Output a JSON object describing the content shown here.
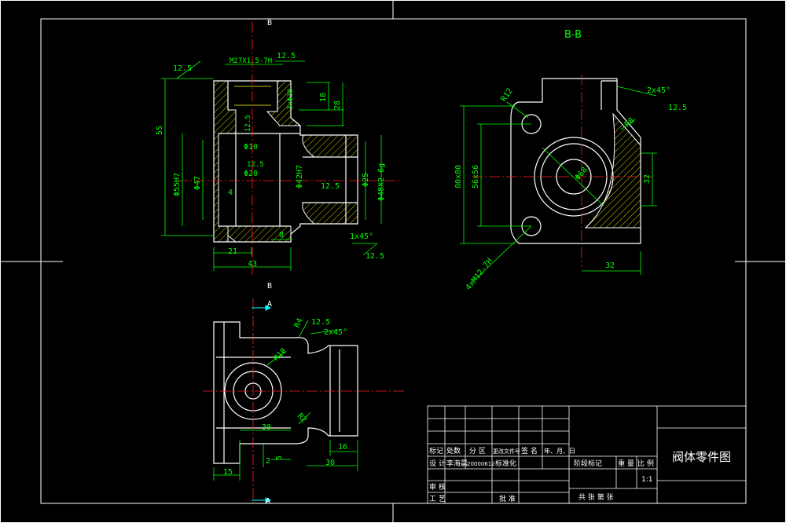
{
  "colors": {
    "background": "#000000",
    "outline": "#ffffff",
    "dimension": "#00ff00",
    "centerline": "#ff2020",
    "hatch": "#ffff00",
    "hidden": "#ffff00",
    "marker": "#00ffff"
  },
  "views": {
    "top_section_marker": "B",
    "bottom_section_marker": "B",
    "arrow_a_top": "A",
    "arrow_a_bottom": "A",
    "section_title": "B-B"
  },
  "dims_front": {
    "roughness_left": "12.5",
    "roughness_top": "12.5",
    "thread_top": "M27X1.5-7H",
    "hole_30": "3xΦ30",
    "depth_18": "18",
    "depth_28": "28",
    "height_55": "55",
    "dia_55h": "Φ55H7",
    "dia_47": "Φ47",
    "len_4": "4",
    "dia_10": "Φ10",
    "dia_20": "Φ20",
    "roughness_mid": "12.5",
    "roughness_side": "12.5",
    "dia_42h": "Φ42H7",
    "dia_25": "Φ25",
    "thread_48": "Φ48X2-6g",
    "roughness_bore": "12.5",
    "len_8": "8",
    "len_21": "21",
    "len_43": "43",
    "chamfer": "1x45°",
    "roughness_bottom": "12.5"
  },
  "dims_section": {
    "r12": "R12",
    "chamfer": "2x45°",
    "roughness": "12.5",
    "r8": "R8",
    "sq80": "80x80",
    "sq56": "56x56",
    "dia_68": "Φ68",
    "dim_32_v": "32",
    "dim_32_h": "32",
    "thread_m12": "4xM12-7H"
  },
  "dims_bottom": {
    "r4": "R4",
    "roughness": "12.5",
    "chamfer": "2x45°",
    "r18": "R18",
    "r2": "R2",
    "dim_30": "30",
    "dim_16": "16",
    "dim_5": "5",
    "dim_2": "2",
    "dim_15": "15",
    "dim_30b": "30"
  },
  "title_block": {
    "row_labels": [
      "标记",
      "处数",
      "分 区",
      "更改文件号",
      "签 名",
      "年、月、日"
    ],
    "design": "设 计",
    "designer": "李海晨",
    "date": "20000612",
    "std": "标准化",
    "review": "审 核",
    "process": "工 艺",
    "approve": "批 准",
    "stage_mark": "阶段标记",
    "weight": "重 量",
    "scale": "比 例",
    "scale_value": "1:1",
    "sheets": "共  张  第  张",
    "drawing_name": "阀体零件图"
  }
}
